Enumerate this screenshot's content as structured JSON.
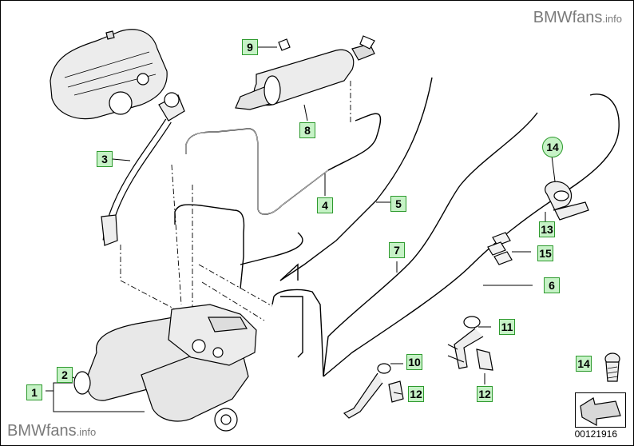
{
  "watermark": {
    "brand": "BMWfans",
    "suffix": ".info"
  },
  "doc_id": "00121916",
  "callouts": [
    "1",
    "2",
    "3",
    "4",
    "5",
    "6",
    "7",
    "8",
    "9",
    "10",
    "11",
    "12",
    "12",
    "13",
    "14",
    "14",
    "15"
  ],
  "colors": {
    "callout_fill": "#c6f2c6",
    "callout_border": "#2e9a2e",
    "line": "#000000",
    "part_shade": "#e8e8e8",
    "watermark": "#7a7a7a"
  }
}
